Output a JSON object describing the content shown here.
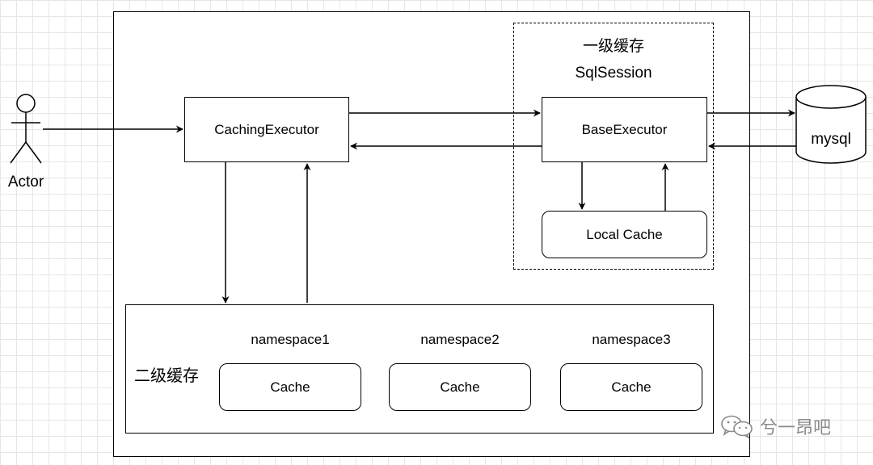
{
  "actor": {
    "label": "Actor"
  },
  "caching_executor": {
    "label": "CachingExecutor"
  },
  "level1": {
    "title": "一级缓存",
    "session_label": "SqlSession",
    "base_executor": "BaseExecutor",
    "local_cache": "Local Cache"
  },
  "database": {
    "label": "mysql"
  },
  "level2": {
    "title": "二级缓存",
    "namespaces": [
      {
        "name": "namespace1",
        "cache": "Cache"
      },
      {
        "name": "namespace2",
        "cache": "Cache"
      },
      {
        "name": "namespace3",
        "cache": "Cache"
      }
    ]
  },
  "watermark": {
    "text": "兮一昂吧",
    "icon": "wechat-icon"
  }
}
